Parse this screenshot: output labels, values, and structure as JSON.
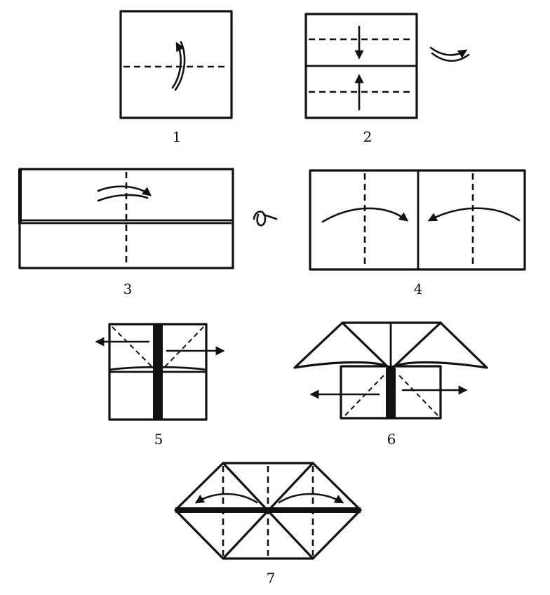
{
  "steps": [
    {
      "id": 1,
      "label": "1"
    },
    {
      "id": 2,
      "label": "2"
    },
    {
      "id": 3,
      "label": "3"
    },
    {
      "id": 4,
      "label": "4"
    },
    {
      "id": 5,
      "label": "5"
    },
    {
      "id": 6,
      "label": "6"
    },
    {
      "id": 7,
      "label": "7"
    }
  ]
}
